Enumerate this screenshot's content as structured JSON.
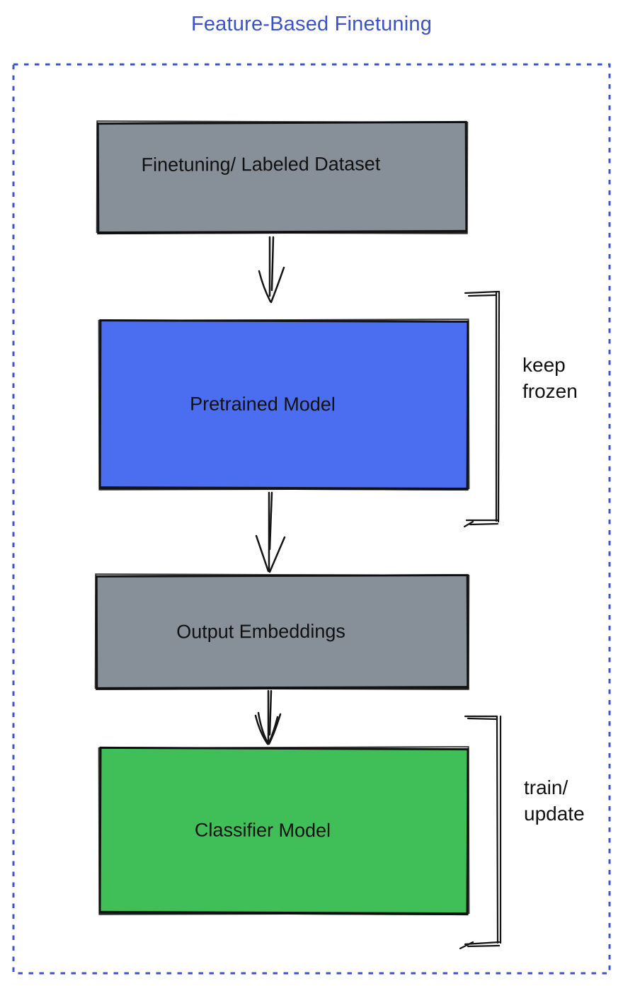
{
  "title": "Feature-Based Finetuning",
  "boxes": {
    "dataset": {
      "label": "Finetuning/ Labeled Dataset"
    },
    "pretrained": {
      "label": "Pretrained Model"
    },
    "embeddings": {
      "label": "Output Embeddings"
    },
    "classifier": {
      "label": "Classifier Model"
    }
  },
  "annotations": {
    "keep_frozen": {
      "line1": "keep",
      "line2": "frozen"
    },
    "train_update": {
      "line1": "train/",
      "line2": "update"
    }
  },
  "colors": {
    "title_blue": "#3b52c8",
    "frame_blue": "#3c55cc",
    "gray_fill": "#878f99",
    "blue_fill": "#4b6ef0",
    "green_fill": "#40bf58",
    "outline_black": "#141414"
  }
}
